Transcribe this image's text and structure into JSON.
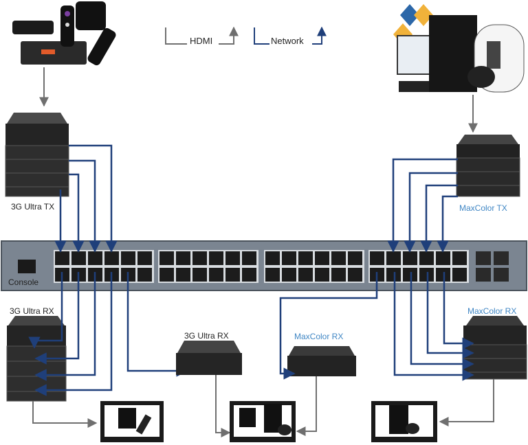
{
  "legend": {
    "hdmi": "HDMI",
    "network": "Network"
  },
  "switch": {
    "console_label": "Console"
  },
  "devices": {
    "tx_3g_stack": "3G Ultra TX",
    "rx_3g_stack": "3G Ultra RX",
    "rx_3g_single": "3G Ultra RX",
    "rx_maxcolor_single": "MaxColor RX",
    "tx_maxcolor_stack": "MaxColor TX",
    "rx_maxcolor_stack": "MaxColor RX"
  },
  "colors": {
    "hdmi_line": "#6f6f6f",
    "network_line": "#1f3f7a",
    "switch_body": "#7b8591",
    "label_blue": "#3f86c4"
  },
  "icons": [
    "streaming-boxes-icon",
    "game-console-icon",
    "tv-icon",
    "rj45-port-icon",
    "sfp-port-icon"
  ]
}
